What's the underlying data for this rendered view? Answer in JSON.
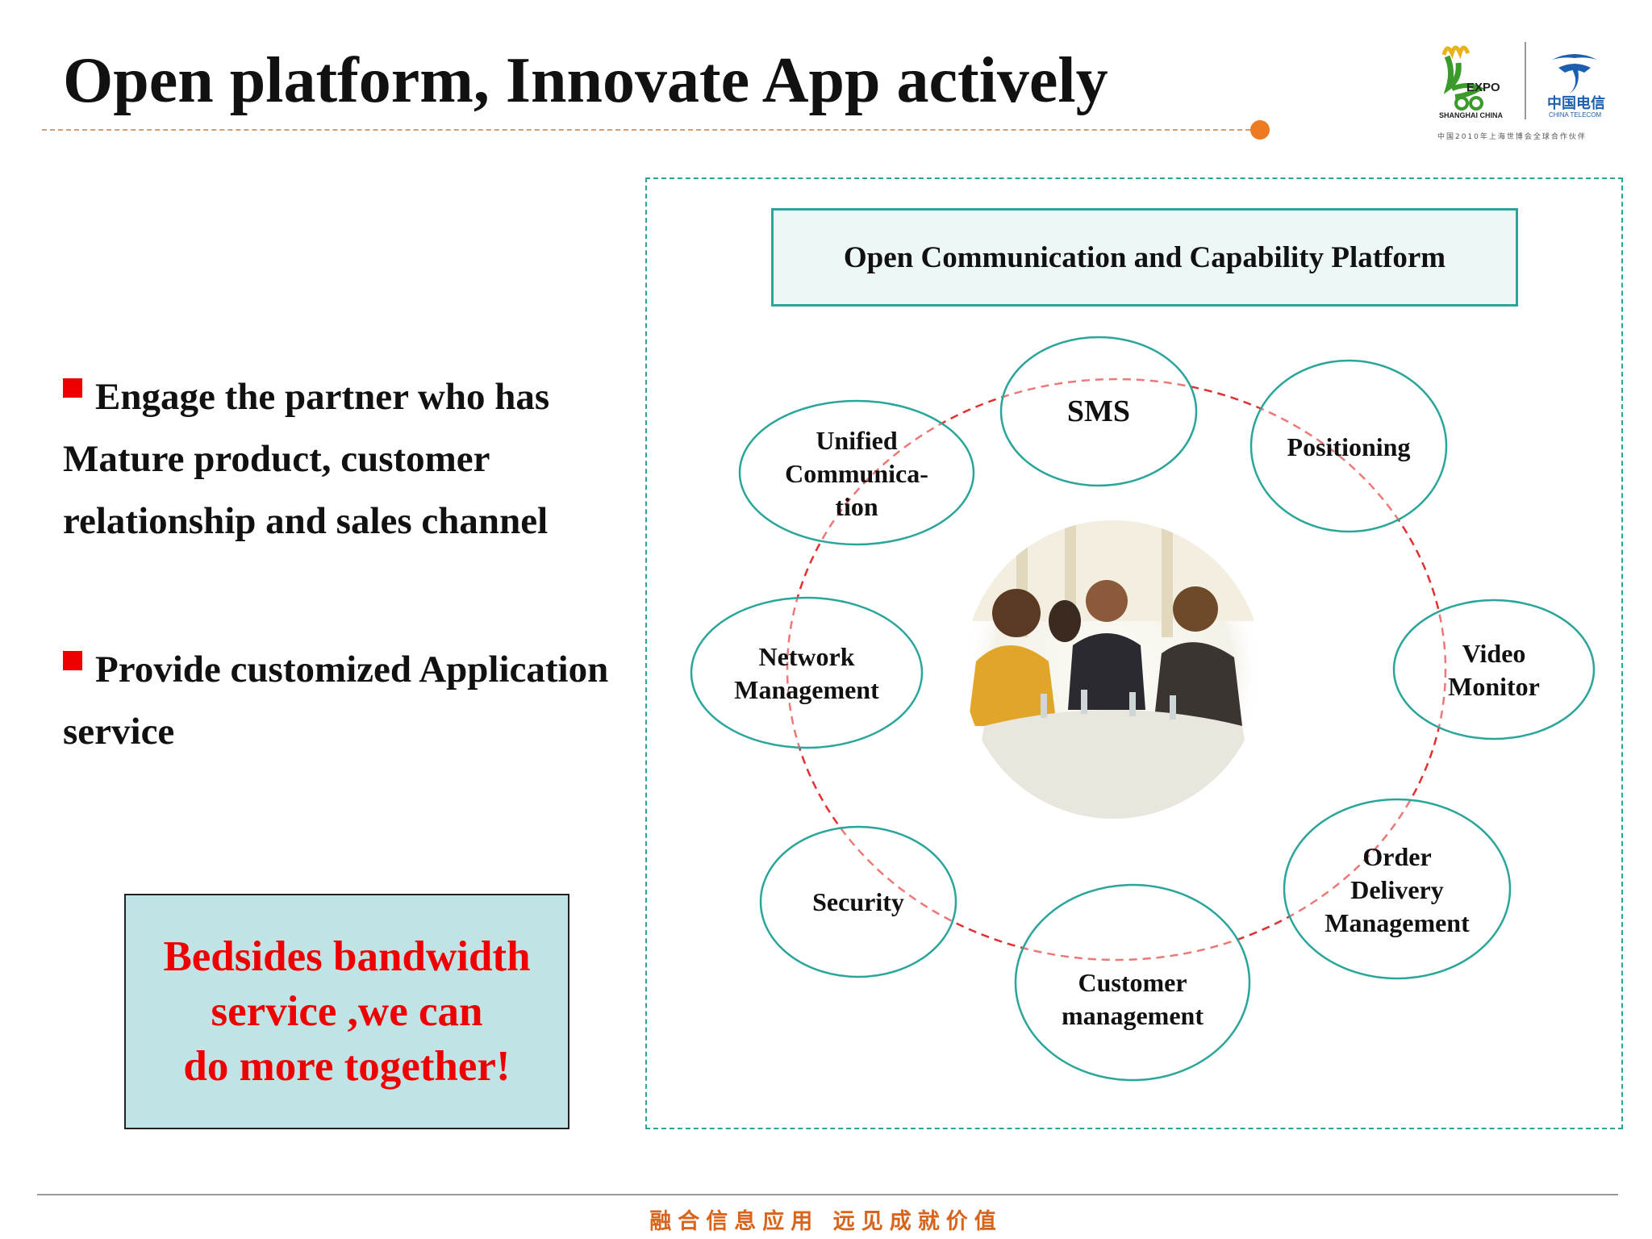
{
  "slide": {
    "title": "Open platform, Innovate App actively"
  },
  "logos": {
    "expo_text": "EXPO",
    "expo_sub": "SHANGHAI CHINA",
    "telecom_cn": "中国电信",
    "telecom_en": "CHINA TELECOM",
    "caption": "中国2010年上海世博会全球合作伙伴"
  },
  "bullets": [
    {
      "text": "Engage the partner who has Mature product, customer relationship and sales channel"
    },
    {
      "text": "Provide customized Application service"
    }
  ],
  "callout": {
    "text": "Bedsides bandwidth\nservice ,we can\ndo more together!"
  },
  "diagram": {
    "platform_label": "Open Communication and Capability Platform",
    "nodes": [
      {
        "label": "SMS"
      },
      {
        "label": "Positioning"
      },
      {
        "label": "Video\nMonitor"
      },
      {
        "label": "Order\nDelivery\nManagement"
      },
      {
        "label": "Customer\nmanagement"
      },
      {
        "label": "Security"
      },
      {
        "label": "Network\nManagement"
      },
      {
        "label": "Unified\nCommunica-\ntion"
      }
    ],
    "center_image": "business-meeting-photo"
  },
  "footer": {
    "slogan": "融合信息应用 远见成就价值"
  },
  "colors": {
    "accent_teal": "#2aa59a",
    "bullet_red": "#ee0000",
    "callout_bg": "#c0e4e6",
    "footer_orange": "#d8651d"
  }
}
